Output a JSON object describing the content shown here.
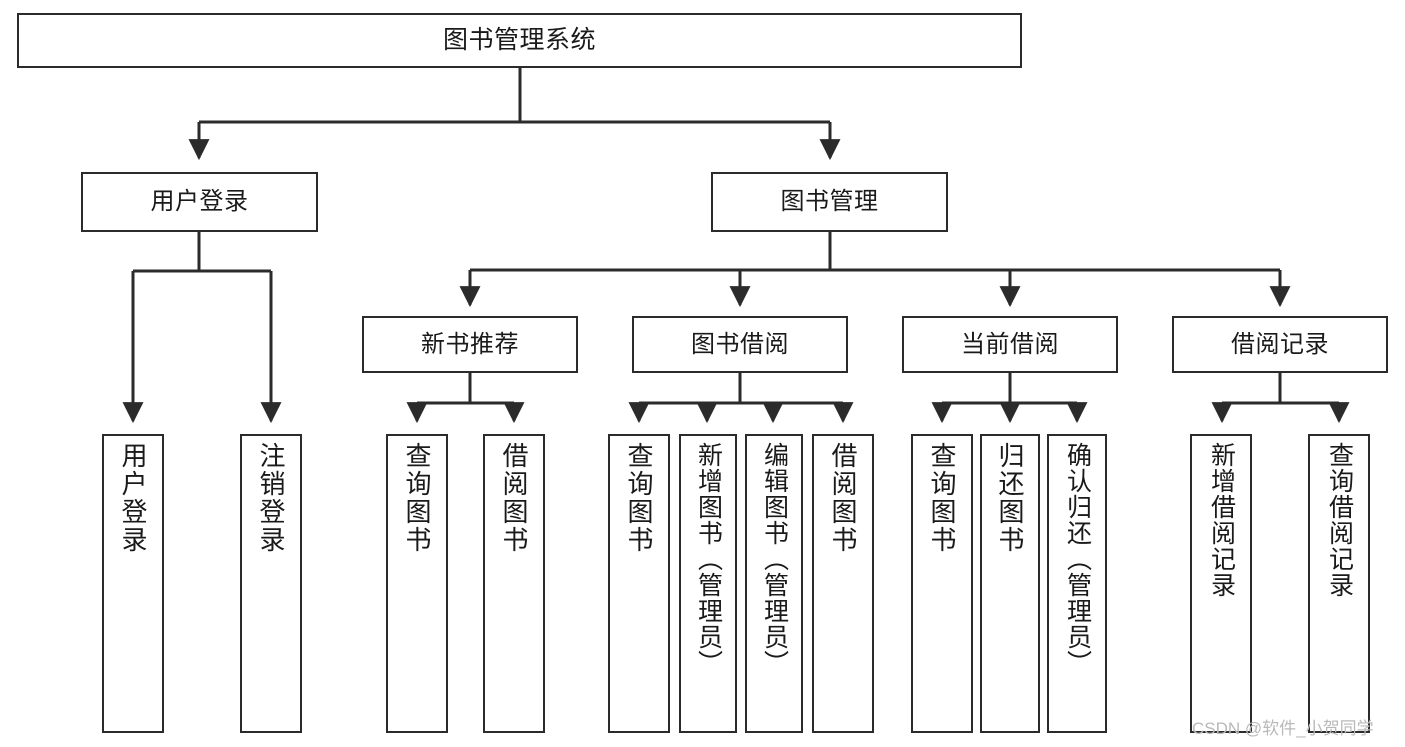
{
  "diagram": {
    "type": "tree",
    "title": "图书管理系统",
    "orientation": "top-down",
    "colors": {
      "box_border": "#2b2b2b",
      "box_fill": "#ffffff",
      "edge": "#2b2b2b",
      "background": "#ffffff",
      "watermark": "#b9b9b9"
    }
  },
  "root": {
    "label": "图书管理系统"
  },
  "level2": [
    {
      "label": "用户登录"
    },
    {
      "label": "图书管理"
    }
  ],
  "level3": [
    {
      "label": "新书推荐"
    },
    {
      "label": "图书借阅"
    },
    {
      "label": "当前借阅"
    },
    {
      "label": "借阅记录"
    }
  ],
  "leaves": {
    "user_login": [
      {
        "label": "用户登录"
      },
      {
        "label": "注销登录"
      }
    ],
    "new_books": [
      {
        "label": "查询图书"
      },
      {
        "label": "借阅图书"
      }
    ],
    "borrow_books": [
      {
        "label": "查询图书"
      },
      {
        "label": "新增图书（管理员）"
      },
      {
        "label": "编辑图书（管理员）"
      },
      {
        "label": "借阅图书"
      }
    ],
    "current_borrow": [
      {
        "label": "查询图书"
      },
      {
        "label": "归还图书"
      },
      {
        "label": "确认归还（管理员）"
      }
    ],
    "borrow_records": [
      {
        "label": "新增借阅记录"
      },
      {
        "label": "查询借阅记录"
      }
    ]
  },
  "watermark": {
    "text": "CSDN @软件_小贺同学"
  }
}
